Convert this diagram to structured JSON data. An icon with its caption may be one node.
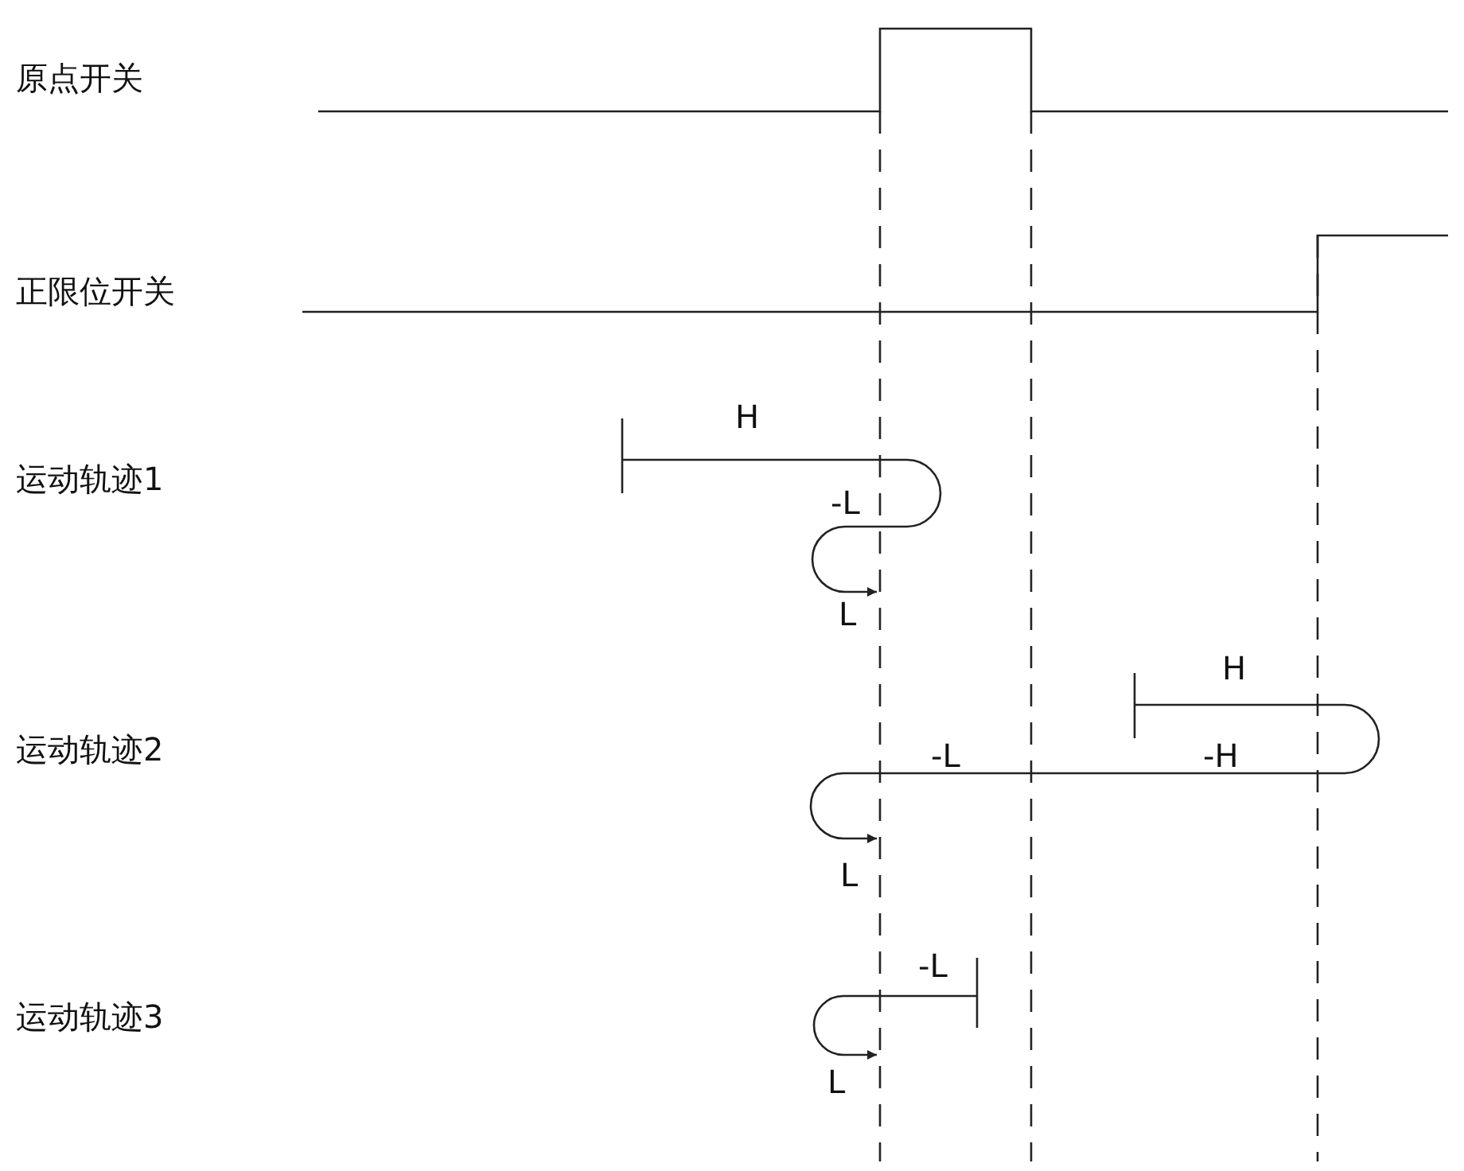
{
  "diagram": {
    "labels": [
      "原点开关",
      "正限位开关",
      "运动轨迹1",
      "H",
      "-L",
      "L",
      "运动轨迹2",
      "H",
      "-L",
      "-H",
      "L",
      "运动轨迹3",
      "-L",
      "L"
    ]
  }
}
